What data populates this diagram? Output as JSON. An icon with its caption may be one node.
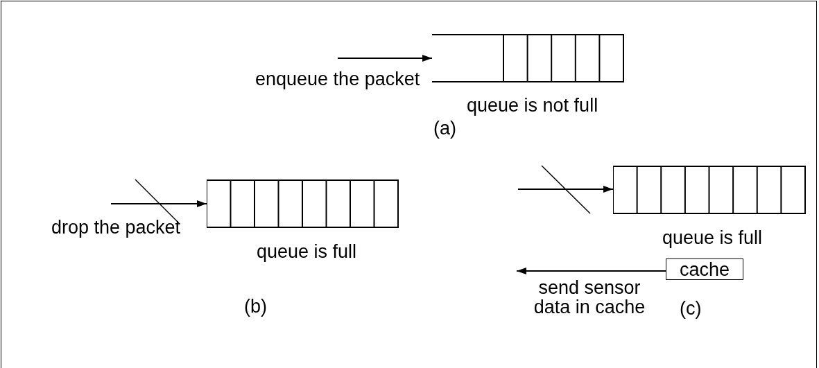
{
  "diagram": {
    "nodes": [
      {
        "text": [],
        "shape": "box",
        "beside": [
          "queue is not full"
        ]
      },
      {
        "text": [],
        "shape": "box",
        "beside": [
          "queue is full"
        ]
      },
      {
        "text": [],
        "shape": "box",
        "beside": [
          "queue is full"
        ]
      },
      {
        "text": [
          "cache"
        ]
      }
    ],
    "edges": [
      {
        "from": null,
        "to": 0,
        "arrow": "to"
      },
      {
        "from": null,
        "to": 1,
        "arrow": "to"
      },
      {
        "from": null,
        "to": 2,
        "arrow": "to"
      },
      {
        "from": 3,
        "to": null,
        "arrow": "to",
        "label": "send sensor data in cache"
      }
    ],
    "labels": [
      "enqueue the packet",
      "(a)",
      "drop the packet",
      "(b)",
      "(c)"
    ]
  }
}
